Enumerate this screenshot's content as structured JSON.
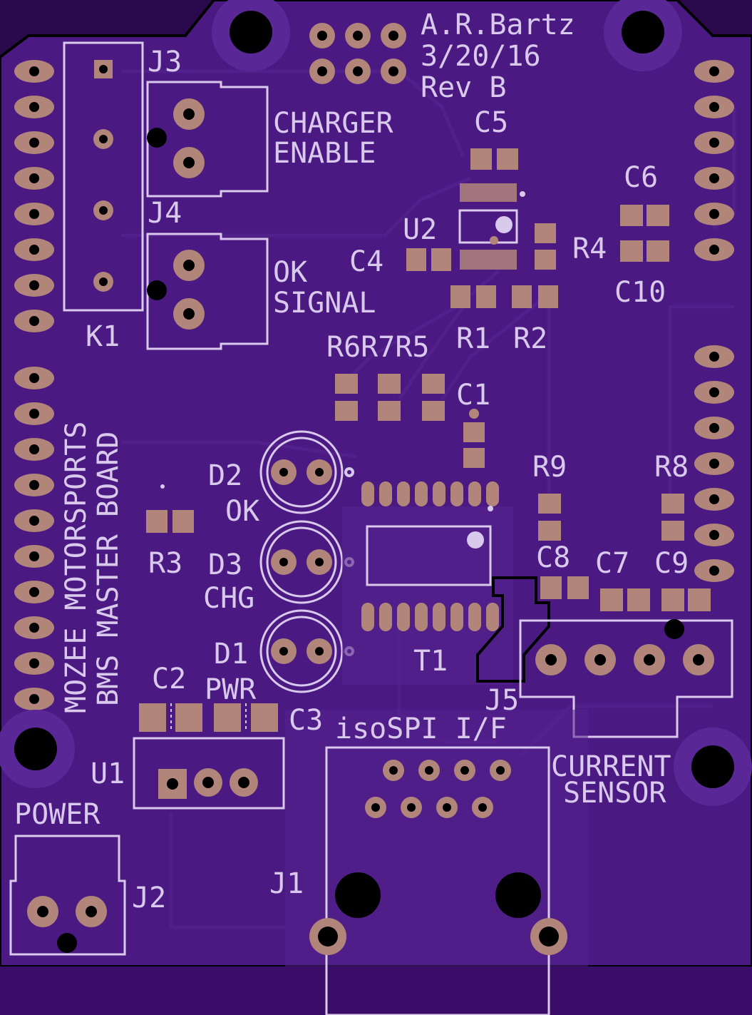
{
  "board": {
    "colors": {
      "background": "#2a0a4d",
      "board": "#4a1982",
      "silk": "#d9c9ec",
      "pad": "#b2857a",
      "trace": "#52208a"
    },
    "header": {
      "author": "A.R.Bartz",
      "date": "3/20/16",
      "revision": "Rev B"
    },
    "side_text": {
      "line1": "MOZEE MOTORSPORTS",
      "line2": "BMS MASTER BOARD"
    },
    "labels": {
      "j3": "J3",
      "j4": "J4",
      "k1": "K1",
      "j2": "J2",
      "j1": "J1",
      "j5": "J5",
      "charger": "CHARGER",
      "enable": "ENABLE",
      "ok": "OK",
      "signal": "SIGNAL",
      "u2": "U2",
      "c4": "C4",
      "c5": "C5",
      "c6": "C6",
      "r4": "R4",
      "c10": "C10",
      "r6r7r5": "R6R7R5",
      "r1": "R1",
      "r2": "R2",
      "c1": "C1",
      "d2": "D2",
      "ok_led": "OK",
      "d3": "D3",
      "chg": "CHG",
      "d1": "D1",
      "r3": "R3",
      "r9": "R9",
      "r8": "R8",
      "c8": "C8",
      "c7": "C7",
      "c9": "C9",
      "t1": "T1",
      "c2": "C2",
      "pwr": "PWR",
      "c3": "C3",
      "isospi": "isoSPI I/F",
      "u1": "U1",
      "power": "POWER",
      "current": "CURRENT",
      "sensor": "SENSOR"
    }
  }
}
